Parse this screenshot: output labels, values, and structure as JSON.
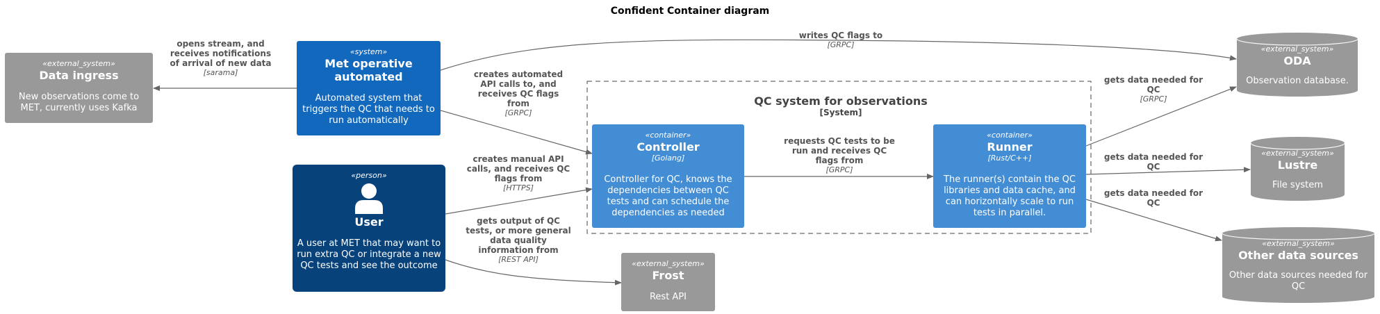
{
  "title": "Confident Container diagram",
  "boundary": {
    "title": "QC system for observations",
    "type": "[System]"
  },
  "nodes": {
    "data_ingress": {
      "stereo": "«external_system»",
      "name": "Data ingress",
      "desc": "New observations come to MET, currently uses Kafka"
    },
    "met_operative": {
      "stereo": "«system»",
      "name": "Met operative automated",
      "desc": "Automated system that triggers the QC that needs to run automatically"
    },
    "user": {
      "stereo": "«person»",
      "name": "User",
      "desc": "A user at MET that may want to run extra QC or integrate a new QC tests and see the outcome"
    },
    "controller": {
      "stereo": "«container»",
      "name": "Controller",
      "tech": "[Golang]",
      "desc": "Controller for QC, knows the dependencies between QC tests and can schedule the dependencies as needed"
    },
    "runner": {
      "stereo": "«container»",
      "name": "Runner",
      "tech": "[Rust/C++]",
      "desc": "The runner(s) contain the QC libraries and data cache, and can horizontally scale to run tests in parallel."
    },
    "frost": {
      "stereo": "«external_system»",
      "name": "Frost",
      "desc": "Rest API"
    },
    "oda": {
      "stereo": "«external_system»",
      "name": "ODA",
      "desc": "Observation database."
    },
    "lustre": {
      "stereo": "«external_system»",
      "name": "Lustre",
      "desc": "File system"
    },
    "other": {
      "stereo": "«external_system»",
      "name": "Other data sources",
      "desc": "Other data sources needed for QC"
    }
  },
  "relations": {
    "opens_stream": {
      "label": "opens stream, and receives notifications of arrival of new data",
      "tech": "[sarama]"
    },
    "writes_qc": {
      "label": "writes QC flags to",
      "tech": "[GRPC]"
    },
    "creates_auto": {
      "label": "creates automated API calls to, and receives QC flags from",
      "tech": "[GRPC]"
    },
    "creates_manual": {
      "label": "creates manual API calls, and receives QC flags from",
      "tech": "[HTTPS]"
    },
    "gets_output": {
      "label": "gets output of QC tests, or more general data quality information from",
      "tech": "[REST API]"
    },
    "requests_qc": {
      "label": "requests QC tests to be run and receives QC flags from",
      "tech": "[GRPC]"
    },
    "gets_oda": {
      "label": "gets data needed for QC",
      "tech": "[GRPC]"
    },
    "gets_lustre": {
      "label": "gets data needed for QC",
      "tech": ""
    },
    "gets_other": {
      "label": "gets data needed for QC",
      "tech": ""
    }
  },
  "colors": {
    "external": "#999999",
    "system": "#1168bd",
    "container": "#438dd5",
    "person": "#08427b",
    "arrow": "#666666"
  }
}
